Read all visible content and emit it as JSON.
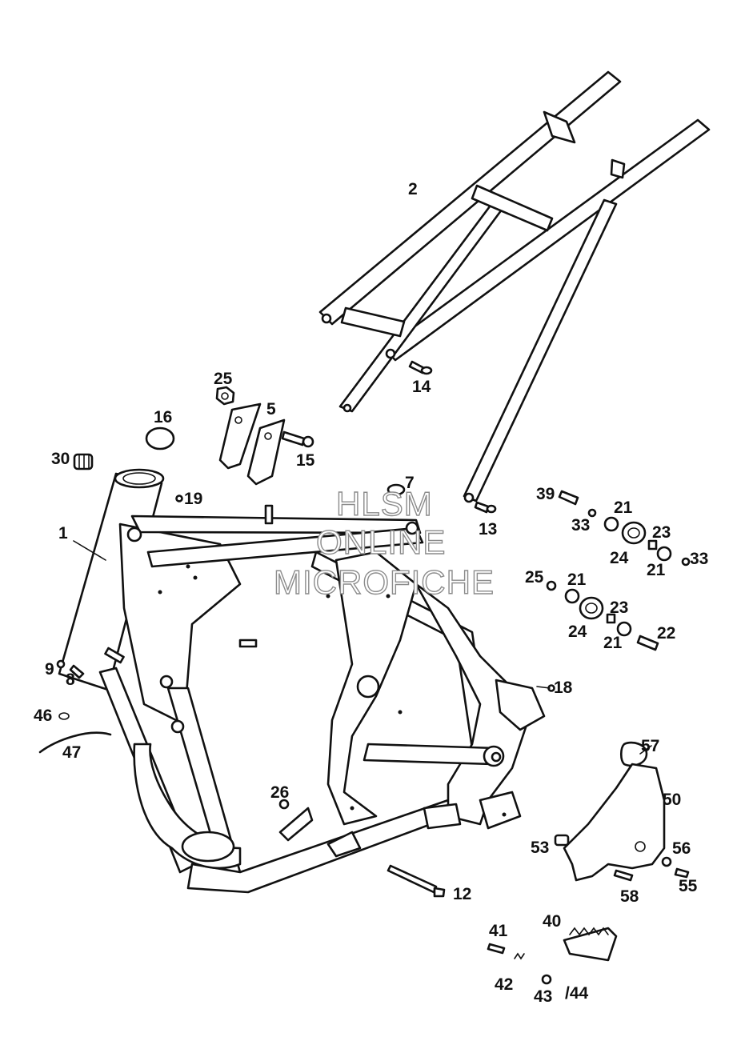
{
  "watermark": {
    "line1": "HLSM",
    "line2": "ONLINE",
    "line3": "MICROFICHE"
  },
  "callouts": [
    "2",
    "25",
    "5",
    "16",
    "30",
    "19",
    "15",
    "14",
    "7",
    "1",
    "13",
    "39",
    "21",
    "33",
    "23",
    "24",
    "21",
    "33",
    "25",
    "21",
    "23",
    "24",
    "21",
    "22",
    "9",
    "8",
    "18",
    "46",
    "47",
    "57",
    "26",
    "50",
    "53",
    "56",
    "55",
    "58",
    "12",
    "41",
    "40",
    "42",
    "43",
    "/44"
  ]
}
